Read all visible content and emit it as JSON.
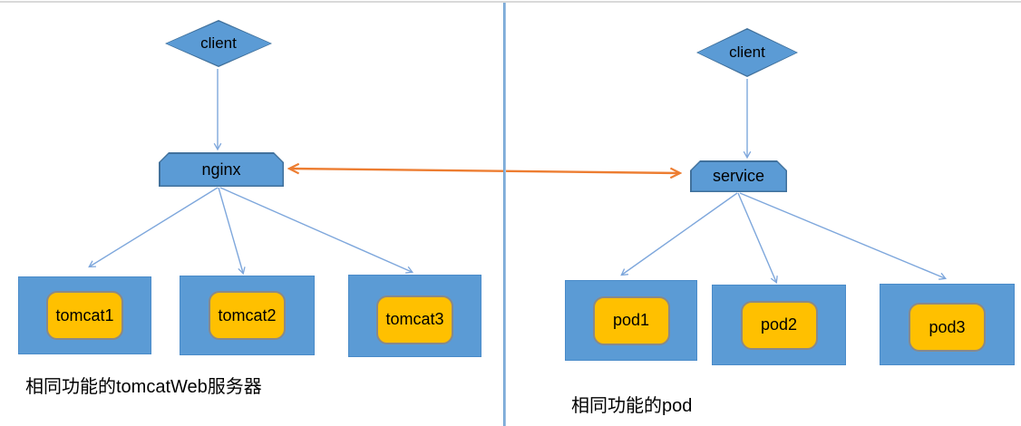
{
  "left_section": {
    "client_label": "client",
    "load_balancer_label": "nginx",
    "servers": [
      {
        "label": "tomcat1"
      },
      {
        "label": "tomcat2"
      },
      {
        "label": "tomcat3"
      }
    ],
    "caption": "相同功能的tomcatWeb服务器"
  },
  "right_section": {
    "client_label": "client",
    "load_balancer_label": "service",
    "servers": [
      {
        "label": "pod1"
      },
      {
        "label": "pod2"
      },
      {
        "label": "pod3"
      }
    ],
    "caption": "相同功能的pod"
  },
  "icons": {
    "connector_arrow": "open-v-arrowhead",
    "compare_arrow": "double-headed-arrow"
  },
  "colors": {
    "shape-blue": "#5B9BD5",
    "shape-blue-border": "#41719C",
    "pill-yellow": "#FFC000",
    "pill-border": "#898989",
    "line-blue": "#7EA7DC",
    "arrow-orange": "#ED7D31",
    "divider-blue": "#5E97CE",
    "top-rule-gray": "#D9D9D9"
  }
}
